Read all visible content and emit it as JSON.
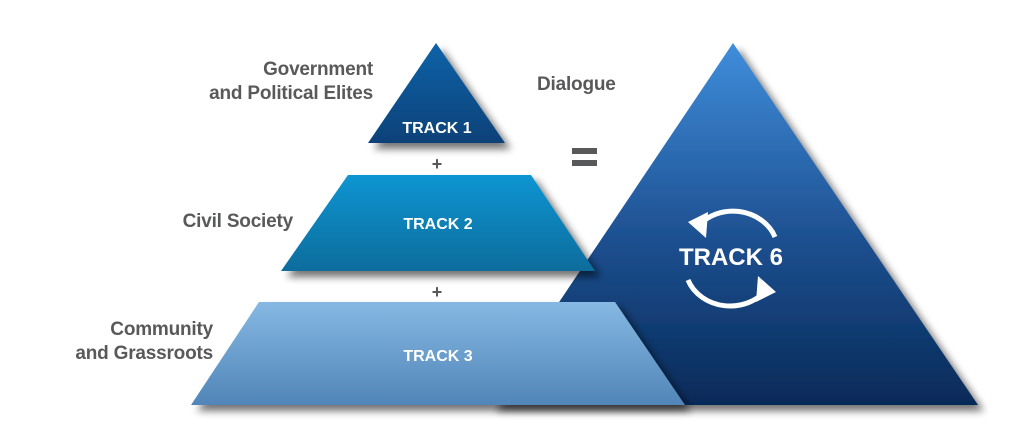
{
  "diagram": {
    "tracks": [
      {
        "id": "track1",
        "label": "TRACK 1",
        "group": [
          "Government",
          "and Political Elites"
        ],
        "color_top": "#0b63a8",
        "color_bottom": "#0a4178"
      },
      {
        "id": "track2",
        "label": "TRACK 2",
        "group": [
          "Civil Society"
        ],
        "color_top": "#0a95d2",
        "color_bottom": "#0a6c9c"
      },
      {
        "id": "track3",
        "label": "TRACK 3",
        "group": [
          "Community",
          "and Grassroots"
        ],
        "color_top": "#85b8e2",
        "color_bottom": "#5185b8"
      },
      {
        "id": "track6",
        "label": "TRACK 6",
        "group": [],
        "color_top": "#3f8ddb",
        "color_bottom": "#062a58"
      }
    ],
    "operators": {
      "plus": "+",
      "equals": "="
    },
    "dialogue_label": "Dialogue",
    "cycle_icon": "refresh-cycle-icon",
    "text_color": "#58595b"
  }
}
